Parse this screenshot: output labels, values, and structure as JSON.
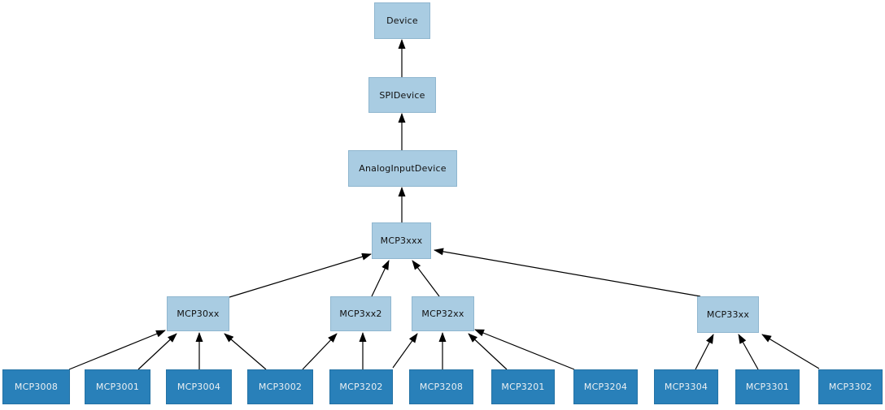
{
  "diagram": {
    "type": "inheritance-diagram",
    "background": "#ffffff",
    "colors": {
      "base_node_fill": "#a9cce2",
      "base_node_border": "#8fb6cf",
      "base_node_text": "#111111",
      "leaf_node_fill": "#2980b9",
      "leaf_node_text": "#ecf0f3",
      "edge_color": "#000000"
    },
    "nodes": {
      "device": {
        "label": "Device"
      },
      "spidevice": {
        "label": "SPIDevice"
      },
      "analoginputdevice": {
        "label": "AnalogInputDevice"
      },
      "mcp3xxx": {
        "label": "MCP3xxx"
      },
      "mcp30xx": {
        "label": "MCP30xx"
      },
      "mcp3xx2": {
        "label": "MCP3xx2"
      },
      "mcp32xx": {
        "label": "MCP32xx"
      },
      "mcp33xx": {
        "label": "MCP33xx"
      },
      "mcp3008": {
        "label": "MCP3008"
      },
      "mcp3001": {
        "label": "MCP3001"
      },
      "mcp3004": {
        "label": "MCP3004"
      },
      "mcp3002": {
        "label": "MCP3002"
      },
      "mcp3202": {
        "label": "MCP3202"
      },
      "mcp3208": {
        "label": "MCP3208"
      },
      "mcp3201": {
        "label": "MCP3201"
      },
      "mcp3204": {
        "label": "MCP3204"
      },
      "mcp3304": {
        "label": "MCP3304"
      },
      "mcp3301": {
        "label": "MCP3301"
      },
      "mcp3302": {
        "label": "MCP3302"
      }
    },
    "edges": [
      {
        "child": "SPIDevice",
        "parent": "Device"
      },
      {
        "child": "AnalogInputDevice",
        "parent": "SPIDevice"
      },
      {
        "child": "MCP3xxx",
        "parent": "AnalogInputDevice"
      },
      {
        "child": "MCP30xx",
        "parent": "MCP3xxx"
      },
      {
        "child": "MCP3xx2",
        "parent": "MCP3xxx"
      },
      {
        "child": "MCP32xx",
        "parent": "MCP3xxx"
      },
      {
        "child": "MCP33xx",
        "parent": "MCP3xxx"
      },
      {
        "child": "MCP3008",
        "parent": "MCP30xx"
      },
      {
        "child": "MCP3001",
        "parent": "MCP30xx"
      },
      {
        "child": "MCP3004",
        "parent": "MCP30xx"
      },
      {
        "child": "MCP3002",
        "parent": "MCP30xx"
      },
      {
        "child": "MCP3002",
        "parent": "MCP3xx2"
      },
      {
        "child": "MCP3202",
        "parent": "MCP3xx2"
      },
      {
        "child": "MCP3202",
        "parent": "MCP32xx"
      },
      {
        "child": "MCP3208",
        "parent": "MCP32xx"
      },
      {
        "child": "MCP3201",
        "parent": "MCP32xx"
      },
      {
        "child": "MCP3204",
        "parent": "MCP32xx"
      },
      {
        "child": "MCP3304",
        "parent": "MCP33xx"
      },
      {
        "child": "MCP3301",
        "parent": "MCP33xx"
      },
      {
        "child": "MCP3302",
        "parent": "MCP33xx"
      }
    ]
  }
}
